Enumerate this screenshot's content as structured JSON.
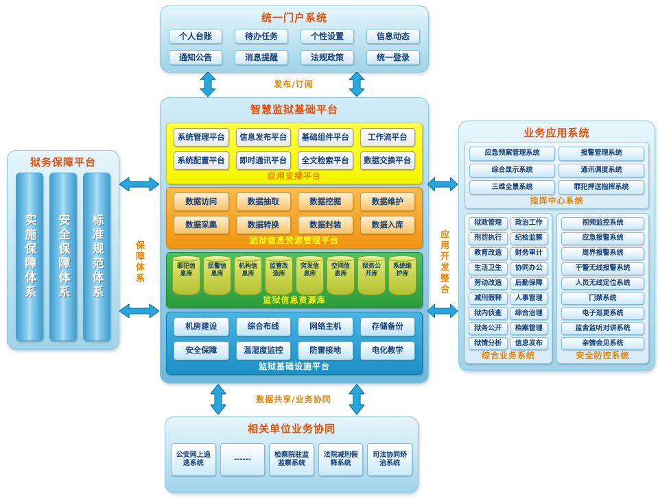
{
  "colors": {
    "title_red_orange": "#e8500a",
    "label_orange": "#f08200",
    "panel_yellow": "#f6f600",
    "panel_orange": "#f19512",
    "panel_green": "#2f9e3e",
    "panel_blue": "#1f94ca",
    "arrow_cyan": "#29a7dc",
    "button_text": "#123f7d"
  },
  "portal": {
    "title": "统一门户系统",
    "items": [
      "个人台账",
      "待办任务",
      "个性设置",
      "信息动态",
      "通知公告",
      "消息提醒",
      "法规政策",
      "统一登录"
    ]
  },
  "links": {
    "publish": "发布/订阅",
    "share": "数据共享/业务协同",
    "guarantee": "保障体系",
    "integration": "应用开发整合"
  },
  "platform": {
    "title": "智慧监狱基础平台",
    "app_support": {
      "label": "应用支撑平台",
      "items": [
        "系统管理平台",
        "信息发布平台",
        "基础组件平台",
        "工作流平台",
        "系统配置平台",
        "即时通讯平台",
        "全文检索平台",
        "数据交换平台"
      ]
    },
    "resource_mgmt": {
      "label": "监狱信息资源管理平台",
      "items": [
        "数据访问",
        "数据抽取",
        "数据挖掘",
        "数据维护",
        "数据采集",
        "数据转换",
        "数据封装",
        "数据入库"
      ]
    },
    "resource_db": {
      "label": "监狱信息资源库",
      "items": [
        "罪犯信息库",
        "民警信息库",
        "机构信息库",
        "监管改造库",
        "突发信息库",
        "空间信息库",
        "狱务公开库",
        "系统维护库"
      ]
    },
    "infrastructure": {
      "label": "监狱基础设施平台",
      "items": [
        "机房建设",
        "综合布线",
        "网络主机",
        "存储备份",
        "安全保障",
        "温湿度监控",
        "防雷接地",
        "电化教学"
      ]
    }
  },
  "guarantee": {
    "title": "狱务保障平台",
    "pillars": [
      "实施保障体系",
      "安全保障体系",
      "标准规范体系"
    ]
  },
  "business": {
    "title": "业务应用系统",
    "command": {
      "label": "指挥中心系统",
      "items": [
        "应急预案管理系统",
        "报警管理系统",
        "综合显示系统",
        "通讯调度系统",
        "三维全景系统",
        "罪犯押送指挥系统"
      ]
    },
    "comprehensive": {
      "label": "综合业务系统",
      "items": [
        "狱政管理",
        "政治工作",
        "刑罚执行",
        "纪检监察",
        "教育改造",
        "财务审计",
        "生活卫生",
        "协同办公",
        "劳动改造",
        "后勤保障",
        "减刑假释",
        "人事管理",
        "狱内侦查",
        "综合治理",
        "狱务公开",
        "档案管理",
        "狱情分析",
        "信息发布"
      ]
    },
    "security": {
      "label": "安全防控系统",
      "items": [
        "视频监控系统",
        "应急报警系统",
        "周界报警系统",
        "干警无线报警系统",
        "人员无线定位系统",
        "门禁系统",
        "电子巡更系统",
        "监舍监听对讲系统",
        "亲情会见系统"
      ]
    }
  },
  "collaboration": {
    "title": "相关单位业务协同",
    "items": [
      "公安网上追逃系统",
      "------",
      "检察院驻监监察系统",
      "法院减刑假释系统",
      "司法协同矫治系统"
    ]
  }
}
